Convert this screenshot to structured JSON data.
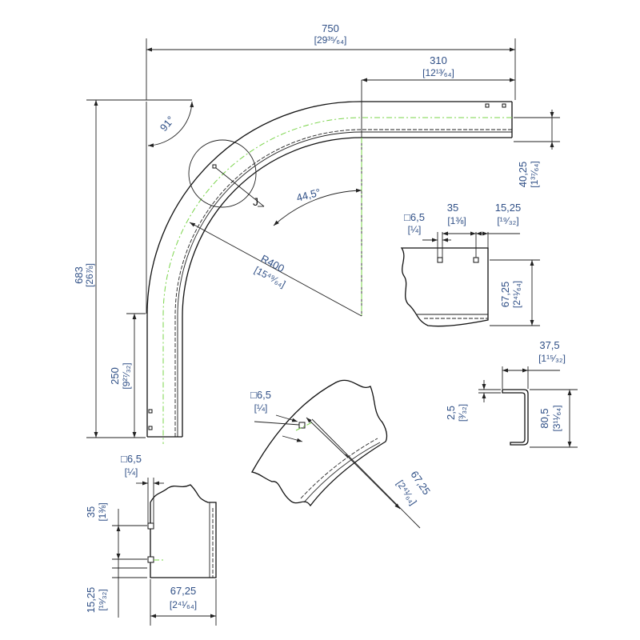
{
  "colors": {
    "dimension_text": "#2f4f86",
    "center_line": "#7ad44a",
    "outline": "#111111"
  },
  "dims": {
    "overall_width": {
      "value": "750",
      "frac": "[29³⁵⁄₆₄]"
    },
    "straight_top": {
      "value": "310",
      "frac": "[12¹³⁄₆₄]"
    },
    "height": {
      "value": "683",
      "frac": "[26⅞]"
    },
    "straight_left": {
      "value": "250",
      "frac": "[9²⁷⁄₃₂]"
    },
    "angle_91": {
      "value": "91°"
    },
    "angle_445": {
      "value": "44,5°"
    },
    "radius": {
      "value": "R400",
      "frac": "[15⁴⁹⁄₆₄]"
    },
    "detail_label": {
      "value": "J"
    },
    "flange_depth": {
      "value": "40,25",
      "frac": "[1³⁷⁄₆₄]"
    },
    "side_hole": {
      "value": "□6,5",
      "frac": "[¼]"
    },
    "side_spacing": {
      "value": "35",
      "frac": "[1⅜]"
    },
    "side_offset": {
      "value": "15,25",
      "frac": "[¹⁹⁄₃₂]"
    },
    "side_height": {
      "value": "67,25",
      "frac": "[2⁴¹⁄₆₄]"
    },
    "profile_width": {
      "value": "37,5",
      "frac": "[1¹⁵⁄₃₂]"
    },
    "profile_thickness": {
      "value": "2,5",
      "frac": "[³⁄₃₂]"
    },
    "profile_height": {
      "value": "80,5",
      "frac": "[3¹¹⁄₆₄]"
    },
    "curve_hole": {
      "value": "□6,5",
      "frac": "[¼]"
    },
    "curve_height": {
      "value": "67,25",
      "frac": "[2⁴¹⁄₆₄]"
    },
    "bottom_hole": {
      "value": "□6,5",
      "frac": "[¼]"
    },
    "bottom_spacing": {
      "value": "35",
      "frac": "[1⅜]"
    },
    "bottom_offset": {
      "value": "15,25",
      "frac": "[¹⁹⁄₃₂]"
    },
    "bottom_width": {
      "value": "67,25",
      "frac": "[2⁴¹⁄₆₄]"
    }
  }
}
